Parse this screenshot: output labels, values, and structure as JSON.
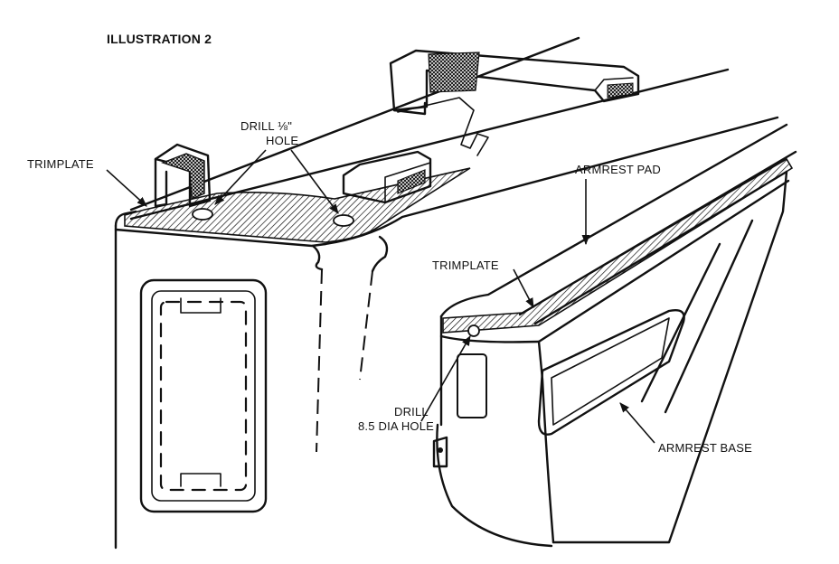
{
  "title": "ILLUSTRATION 2",
  "labels": {
    "trimplate_left": "TRIMPLATE",
    "drill_hole_line1": "DRILL ⅛\"",
    "drill_hole_line2": "HOLE",
    "armrest_pad": "ARMREST PAD",
    "trimplate_right": "TRIMPLATE",
    "drill_dia_line1": "DRILL",
    "drill_dia_line2": "8.5 DIA HOLE",
    "armrest_base": "ARMREST BASE"
  }
}
